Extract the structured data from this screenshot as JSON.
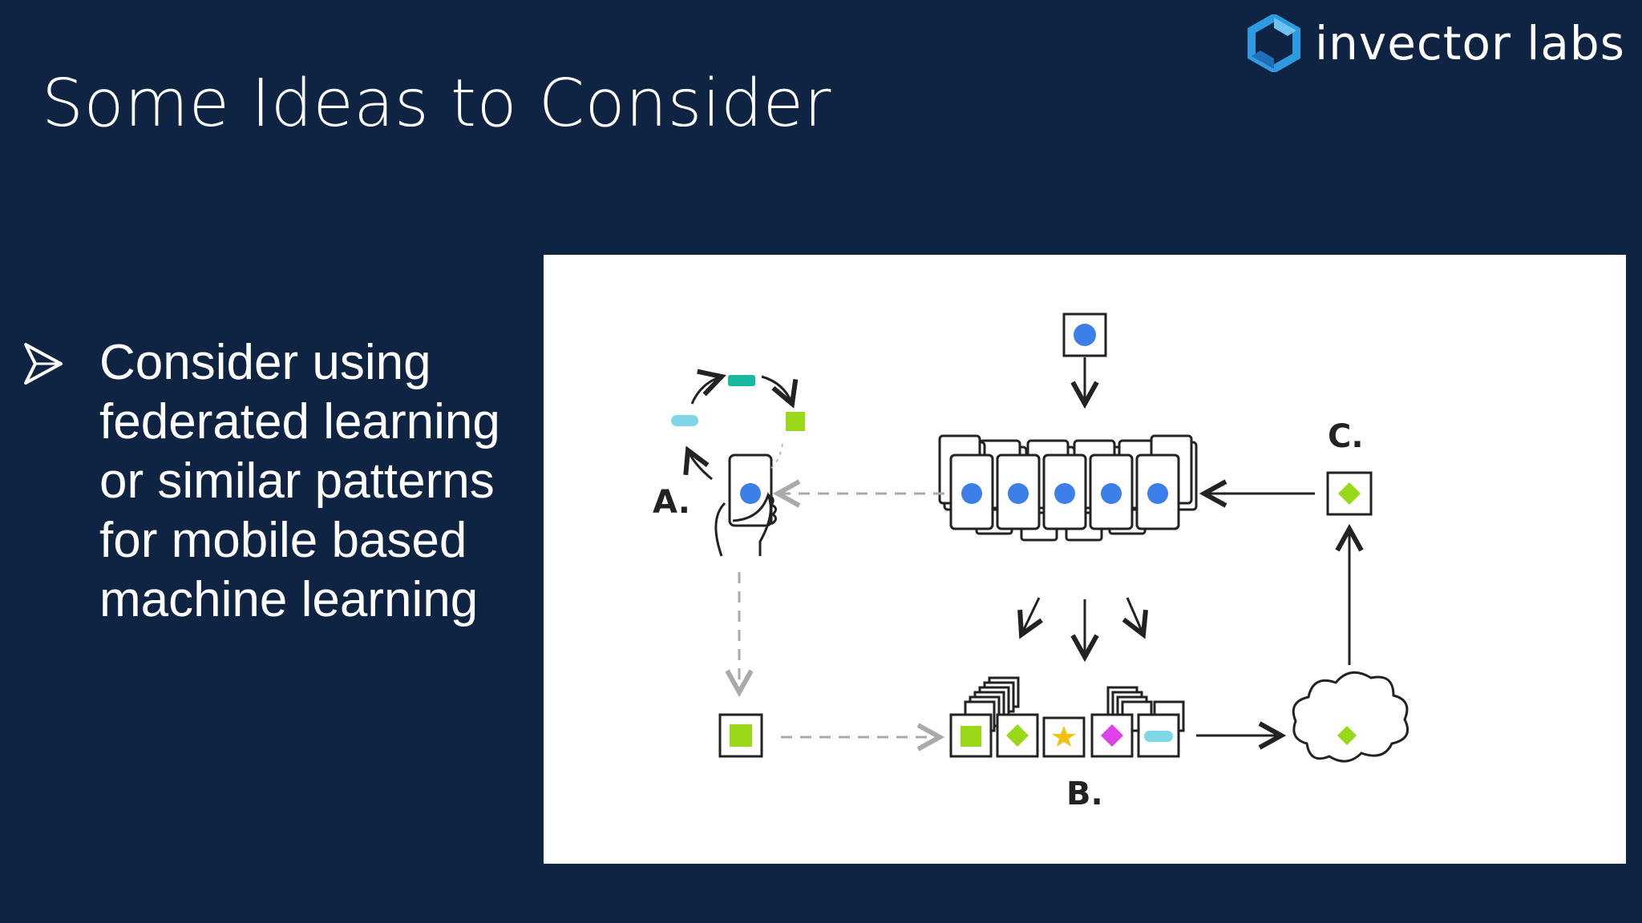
{
  "slide": {
    "title": "Some Ideas to Consider",
    "bullet_text": "Consider using federated learning or similar patterns for mobile based machine learning"
  },
  "brand": {
    "name": "invector labs"
  },
  "diagram": {
    "labels": {
      "a": "A.",
      "b": "B.",
      "c": "C."
    }
  },
  "colors": {
    "background": "#0f2442",
    "accent_blue": "#3d7fe8",
    "accent_green": "#99d919",
    "accent_teal": "#19b8a0",
    "accent_cyan": "#7fd6e6",
    "accent_pink": "#e040e8",
    "accent_yellow": "#f4c20d",
    "logo_blue": "#2e9ae0"
  },
  "icons": [
    "invector-logo-icon",
    "bullet-arrow-icon",
    "phone-icon",
    "model-card-icon",
    "cloud-icon"
  ]
}
